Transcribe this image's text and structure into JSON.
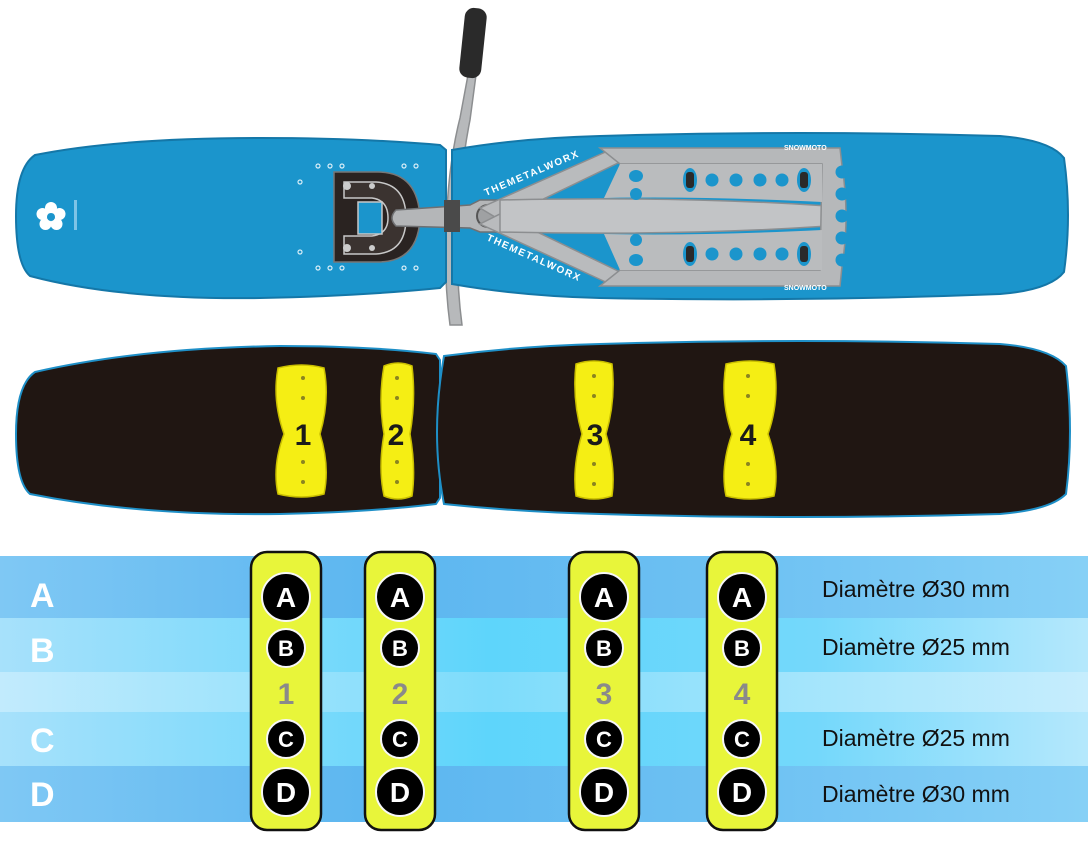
{
  "colors": {
    "board_top": "#1b95cc",
    "board_top_edge": "#1477a8",
    "board_bottom": "#201612",
    "board_bottom_edge": "#1e8fc7",
    "pad_fill": "#f5ee14",
    "pad_edge": "#c9be00",
    "metal": "#b4b6b8",
    "metal_edge": "#8c8e90",
    "table_dark_row": "#6bbff2",
    "table_light_row": "#9fdcfa",
    "table_center_band": "#48d2fb",
    "table_label_pill": "#e8f53a",
    "chip_fill": "#000000",
    "chip_text": "#ffffff",
    "pad_number_gray": "#8a8a8a"
  },
  "top_board": {
    "icons": [
      "flower-logo-icon",
      "front-binding-icon",
      "steering-bar-icon"
    ],
    "frame_labels": [
      "THEMETALWORX",
      "THEMETALWORX"
    ],
    "plate_labels": [
      "SNOWMOTO",
      "SNOWMOTO"
    ]
  },
  "bottom_board": {
    "pads": [
      {
        "label": "1"
      },
      {
        "label": "2"
      },
      {
        "label": "3"
      },
      {
        "label": "4"
      }
    ]
  },
  "legend": {
    "rows": [
      {
        "letter": "A",
        "description": "Diamètre Ø30 mm"
      },
      {
        "letter": "B",
        "description": "Diamètre Ø25 mm"
      },
      {
        "letter": "C",
        "description": "Diamètre Ø25 mm"
      },
      {
        "letter": "D",
        "description": "Diamètre Ø30 mm"
      }
    ],
    "columns": [
      {
        "number": "1",
        "chips": [
          "A",
          "B",
          "C",
          "D"
        ]
      },
      {
        "number": "2",
        "chips": [
          "A",
          "B",
          "C",
          "D"
        ]
      },
      {
        "number": "3",
        "chips": [
          "A",
          "B",
          "C",
          "D"
        ]
      },
      {
        "number": "4",
        "chips": [
          "A",
          "B",
          "C",
          "D"
        ]
      }
    ]
  }
}
